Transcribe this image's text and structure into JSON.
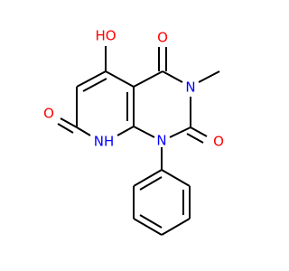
{
  "molecule": {
    "atoms": {
      "hydroxyl": "HO",
      "carbonyl_o4": "O",
      "carbonyl_o2": "O",
      "carbonyl_o7": "O",
      "n3": "N",
      "n1": "N",
      "n8h": "NH"
    },
    "colors": {
      "oxygen": "#ff0000",
      "nitrogen": "#0000ff",
      "carbon": "#000000",
      "background": "#ffffff"
    }
  }
}
